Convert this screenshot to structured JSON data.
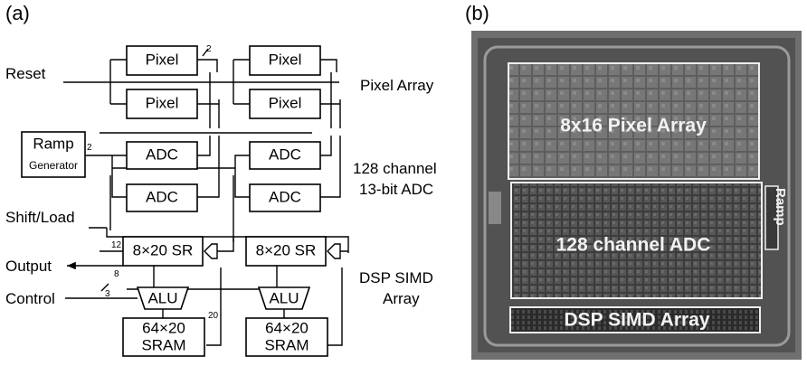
{
  "panel_a": {
    "label": "(a)",
    "pixel": "Pixel",
    "adc": "ADC",
    "sr": "8×20 SR",
    "alu": "ALU",
    "sram_line1": "64×20",
    "sram_line2": "SRAM",
    "ramp_line1": "Ramp",
    "ramp_line2": "Generator",
    "reset": "Reset",
    "shift_load": "Shift/Load",
    "output": "Output",
    "control": "Control",
    "pixel_array": "Pixel Array",
    "adc_line1": "128 channel",
    "adc_line2": "13-bit ADC",
    "dsp_line1": "DSP SIMD",
    "dsp_line2": "Array",
    "bus_widths": {
      "pixel": "2",
      "ramp": "2",
      "sr_in": "12",
      "output": "8",
      "control": "3",
      "sram": "20"
    }
  },
  "panel_b": {
    "label": "(b)",
    "pixel_array": "8x16 Pixel Array",
    "adc": "128 channel ADC",
    "dsp": "DSP SIMD Array",
    "ramp": "Ramp"
  }
}
